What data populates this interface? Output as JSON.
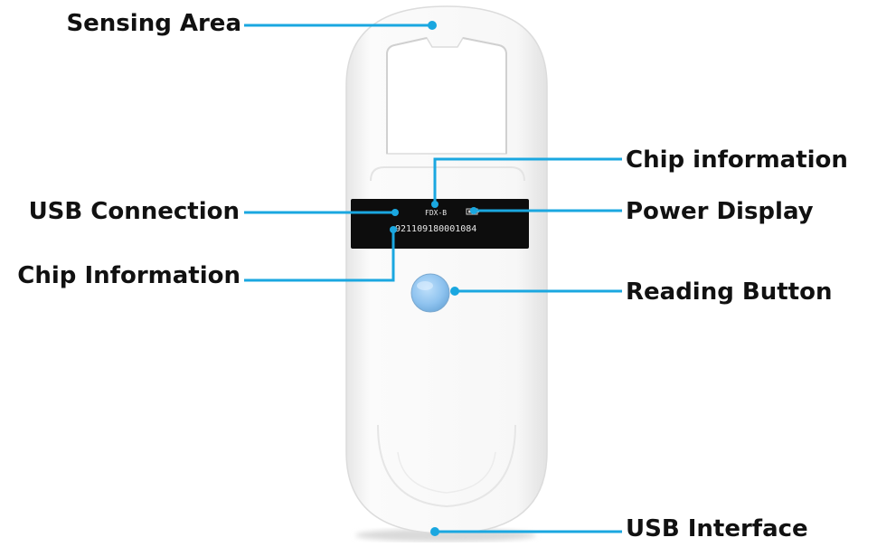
{
  "labels": {
    "sensing_area": "Sensing Area",
    "usb_connection": "USB Connection",
    "chip_information_left": "Chip Information",
    "chip_information_top": "Chip information",
    "power_display": "Power Display",
    "reading_button": "Reading Button",
    "usb_interface": "USB Interface"
  },
  "screen": {
    "mode_text": "FDX-B",
    "chip_number": "921109180001084"
  },
  "colors": {
    "callout_line": "#1aa7e0",
    "callout_dot": "#1aa7e0",
    "device_body": "#f7f7f7",
    "screen": "#0d0d0d",
    "button": "#8fc3ef",
    "label_text": "#111111"
  }
}
